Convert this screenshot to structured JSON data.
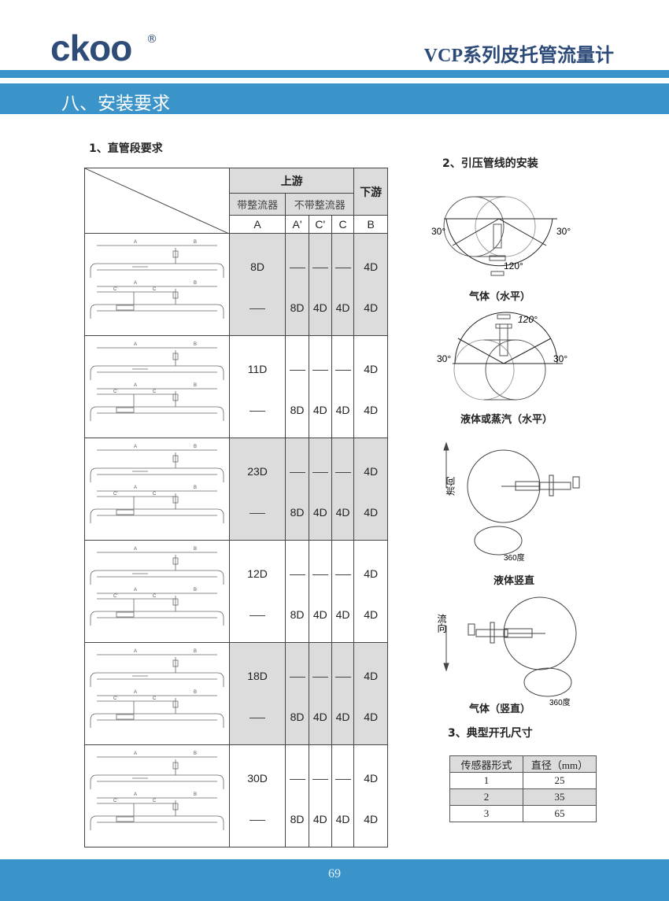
{
  "header": {
    "logo": "ckoo",
    "registered": "®",
    "title": "VCP系列皮托管流量计",
    "section": "八、安装要求"
  },
  "straight_pipe": {
    "title": "1、直管段要求",
    "head": {
      "upstream": "上游",
      "downstream": "下游",
      "with_conditioner": "带整流器",
      "without_conditioner": "不带整流器",
      "cols": [
        "A",
        "A'",
        "C'",
        "C",
        "B"
      ]
    },
    "rows": [
      {
        "a": "8D",
        "a2": "8D",
        "c2": "4D",
        "c": "4D",
        "b1": "4D",
        "b2": "4D"
      },
      {
        "a": "11D",
        "a2": "8D",
        "c2": "4D",
        "c": "4D",
        "b1": "4D",
        "b2": "4D"
      },
      {
        "a": "23D",
        "a2": "8D",
        "c2": "4D",
        "c": "4D",
        "b1": "4D",
        "b2": "4D"
      },
      {
        "a": "12D",
        "a2": "8D",
        "c2": "4D",
        "c": "4D",
        "b1": "4D",
        "b2": "4D"
      },
      {
        "a": "18D",
        "a2": "8D",
        "c2": "4D",
        "c": "4D",
        "b1": "4D",
        "b2": "4D"
      },
      {
        "a": "30D",
        "a2": "8D",
        "c2": "4D",
        "c": "4D",
        "b1": "4D",
        "b2": "4D"
      }
    ],
    "diagram_labels": {
      "a": "A",
      "b": "B",
      "c2": "C'",
      "c": "C"
    }
  },
  "impulse": {
    "title": "2、引压管线的安装",
    "angle30": "30°",
    "angle120": "120°",
    "flow": "流向",
    "deg360": "360度",
    "captions": [
      "气体（水平）",
      "液体或蒸汽（水平）",
      "液体竖直",
      "气体（竖直）"
    ]
  },
  "holes": {
    "title": "3、典型开孔尺寸",
    "headers": [
      "传感器形式",
      "直径（mm）"
    ],
    "rows": [
      [
        "1",
        "25"
      ],
      [
        "2",
        "35"
      ],
      [
        "3",
        "65"
      ]
    ]
  },
  "footer": {
    "page": "69"
  }
}
